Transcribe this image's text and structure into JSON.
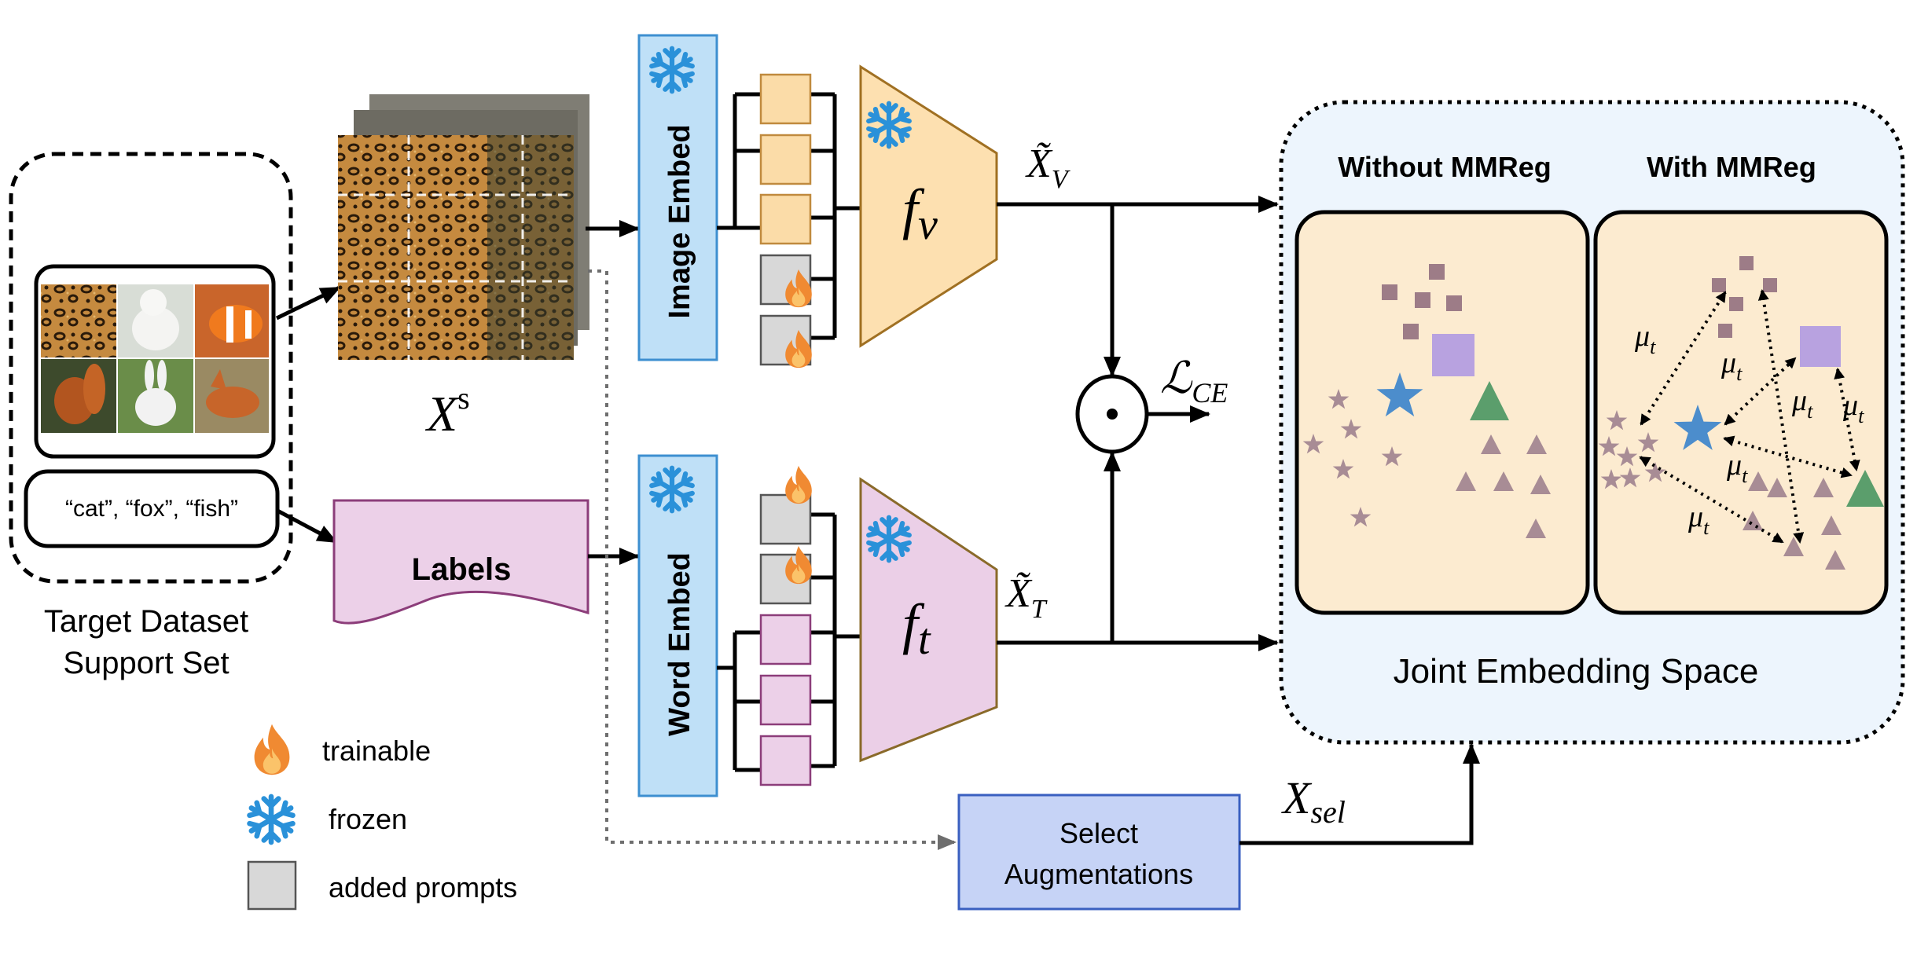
{
  "support_set": {
    "text_prompt": "“cat”, “fox”, “fish”",
    "caption_line1": "Target Dataset",
    "caption_line2": "Support Set"
  },
  "image_branch": {
    "input_symbol": "X",
    "input_superscript": "s",
    "embed_label": "Image Embed",
    "encoder_symbol": "f",
    "encoder_subscript": "v",
    "output_symbol": "X̃",
    "output_subscript": "V"
  },
  "text_branch": {
    "labels_box": "Labels",
    "embed_label": "Word Embed",
    "encoder_symbol": "f",
    "encoder_subscript": "t",
    "output_symbol": "X̃",
    "output_subscript": "T"
  },
  "loss": {
    "operator": "⊙",
    "symbol": "ℒ",
    "subscript": "CE"
  },
  "augmentation": {
    "box_line1": "Select",
    "box_line2": "Augmentations",
    "output_symbol": "X",
    "output_subscript": "sel"
  },
  "embedding_space": {
    "title": "Joint Embedding Space",
    "left_panel_title": "Without MMReg",
    "right_panel_title": "With MMReg",
    "margin_symbol": "μ",
    "margin_subscript": "t"
  },
  "legend": {
    "trainable": "trainable",
    "frozen": "frozen",
    "added_prompts": "added prompts"
  },
  "colors": {
    "image_embed_fill": "#bfe0f7",
    "image_embed_stroke": "#3d8fd0",
    "image_token_fill": "#fbdca8",
    "text_token_fill": "#ecd0e8",
    "prompt_fill": "#d8d8d8",
    "encoder_v_fill": "#fde0b0",
    "encoder_t_fill": "#ebcfe7",
    "labels_fill": "#ecd0e8",
    "aug_fill": "#c6d3f6",
    "space_fill": "#edf5fd",
    "panel_fill": "#fcebd0",
    "marker_square": "#9d7c87",
    "marker_proto_square": "#b8a2e0",
    "marker_proto_star": "#4c8dcc",
    "marker_proto_triangle": "#5b9e6c",
    "marker_triangle": "#a88c95",
    "flame": "#f08a32",
    "snowflake": "#2a91d9"
  },
  "icons": {
    "trainable": "flame-icon",
    "frozen": "snowflake-icon",
    "prompt": "gray-square-icon"
  }
}
